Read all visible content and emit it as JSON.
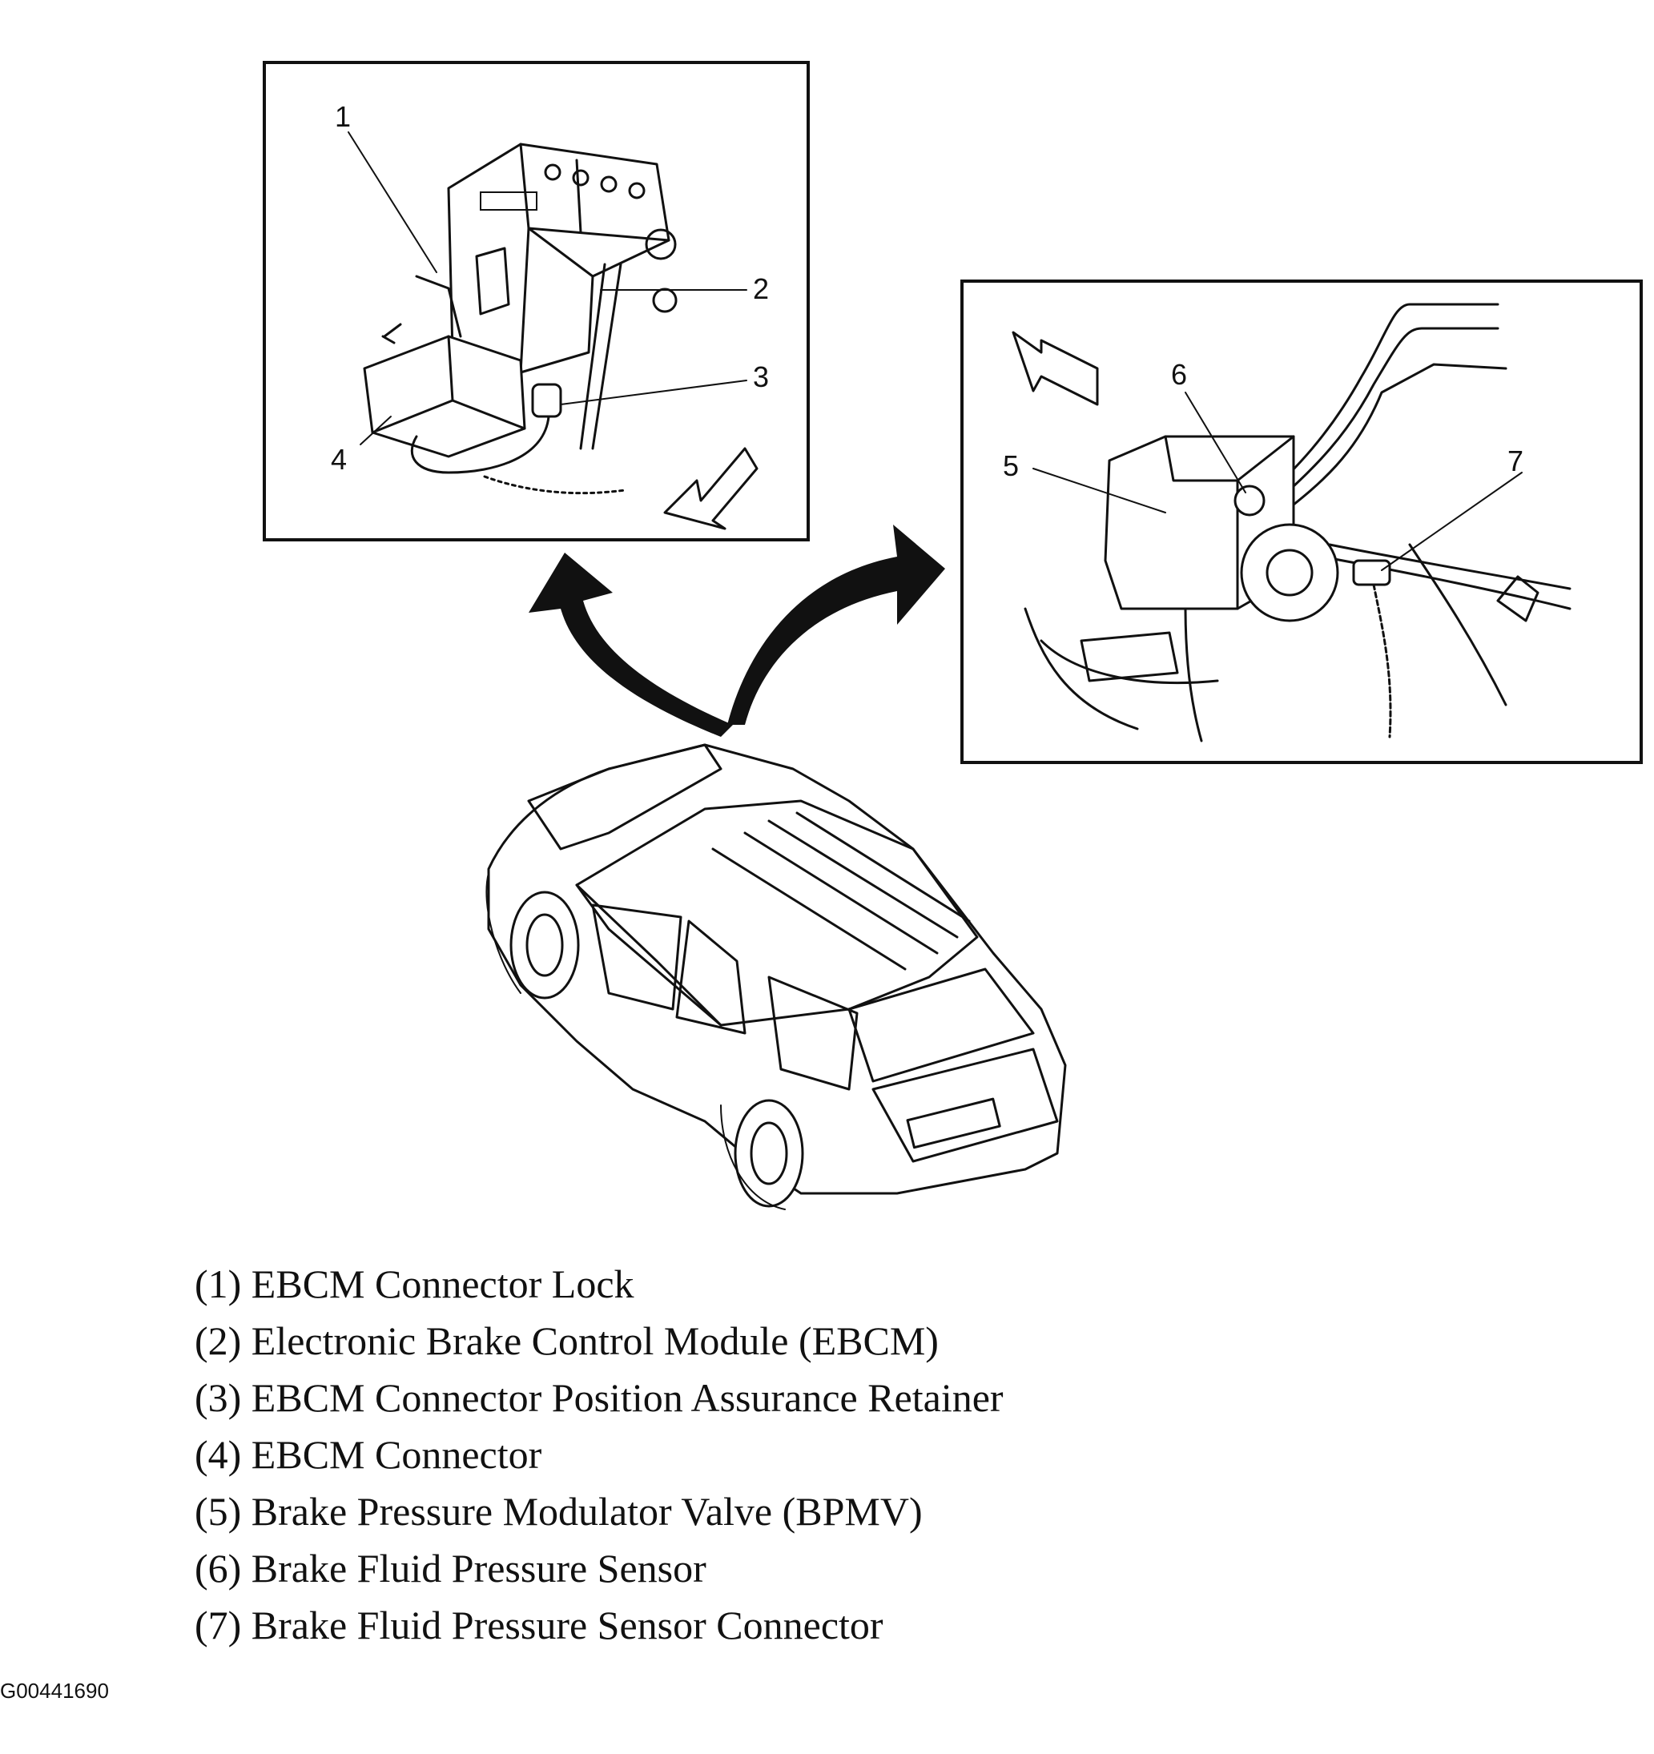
{
  "callouts": {
    "c1": "1",
    "c2": "2",
    "c3": "3",
    "c4": "4",
    "c5": "5",
    "c6": "6",
    "c7": "7"
  },
  "legend": [
    "(1) EBCM Connector Lock",
    "(2) Electronic Brake Control Module (EBCM)",
    "(3) EBCM Connector Position Assurance Retainer",
    "(4) EBCM Connector",
    "(5) Brake Pressure Modulator Valve (BPMV)",
    "(6) Brake Fluid Pressure Sensor",
    "(7) Brake Fluid Pressure Sensor Connector"
  ],
  "figure_id": "G00441690"
}
